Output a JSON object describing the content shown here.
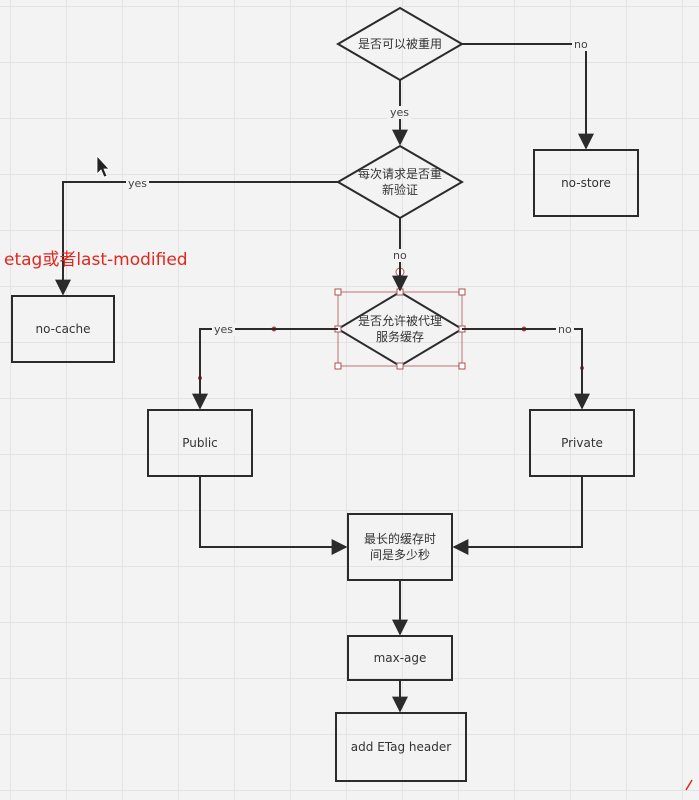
{
  "nodes": {
    "reusable": "是否可以被重用",
    "revalidate_line1": "每次请求是否重",
    "revalidate_line2": "新验证",
    "proxy_line1": "是否允许被代理",
    "proxy_line2": "服务缓存",
    "no_store": "no-store",
    "no_cache": "no-cache",
    "public": "Public",
    "private": "Private",
    "max_time_line1": "最长的缓存时",
    "max_time_line2": "间是多少秒",
    "max_age": "max-age",
    "add_etag": "add ETag header"
  },
  "edges": {
    "reusable_no": "no",
    "reusable_yes": "yes",
    "revalidate_yes": "yes",
    "revalidate_no": "no",
    "proxy_yes": "yes",
    "proxy_no": "no"
  },
  "annotation": "etag或者last-modified",
  "colors": {
    "line": "#2b2b2b",
    "annotation": "#e0281e",
    "selection": "#b25050"
  }
}
